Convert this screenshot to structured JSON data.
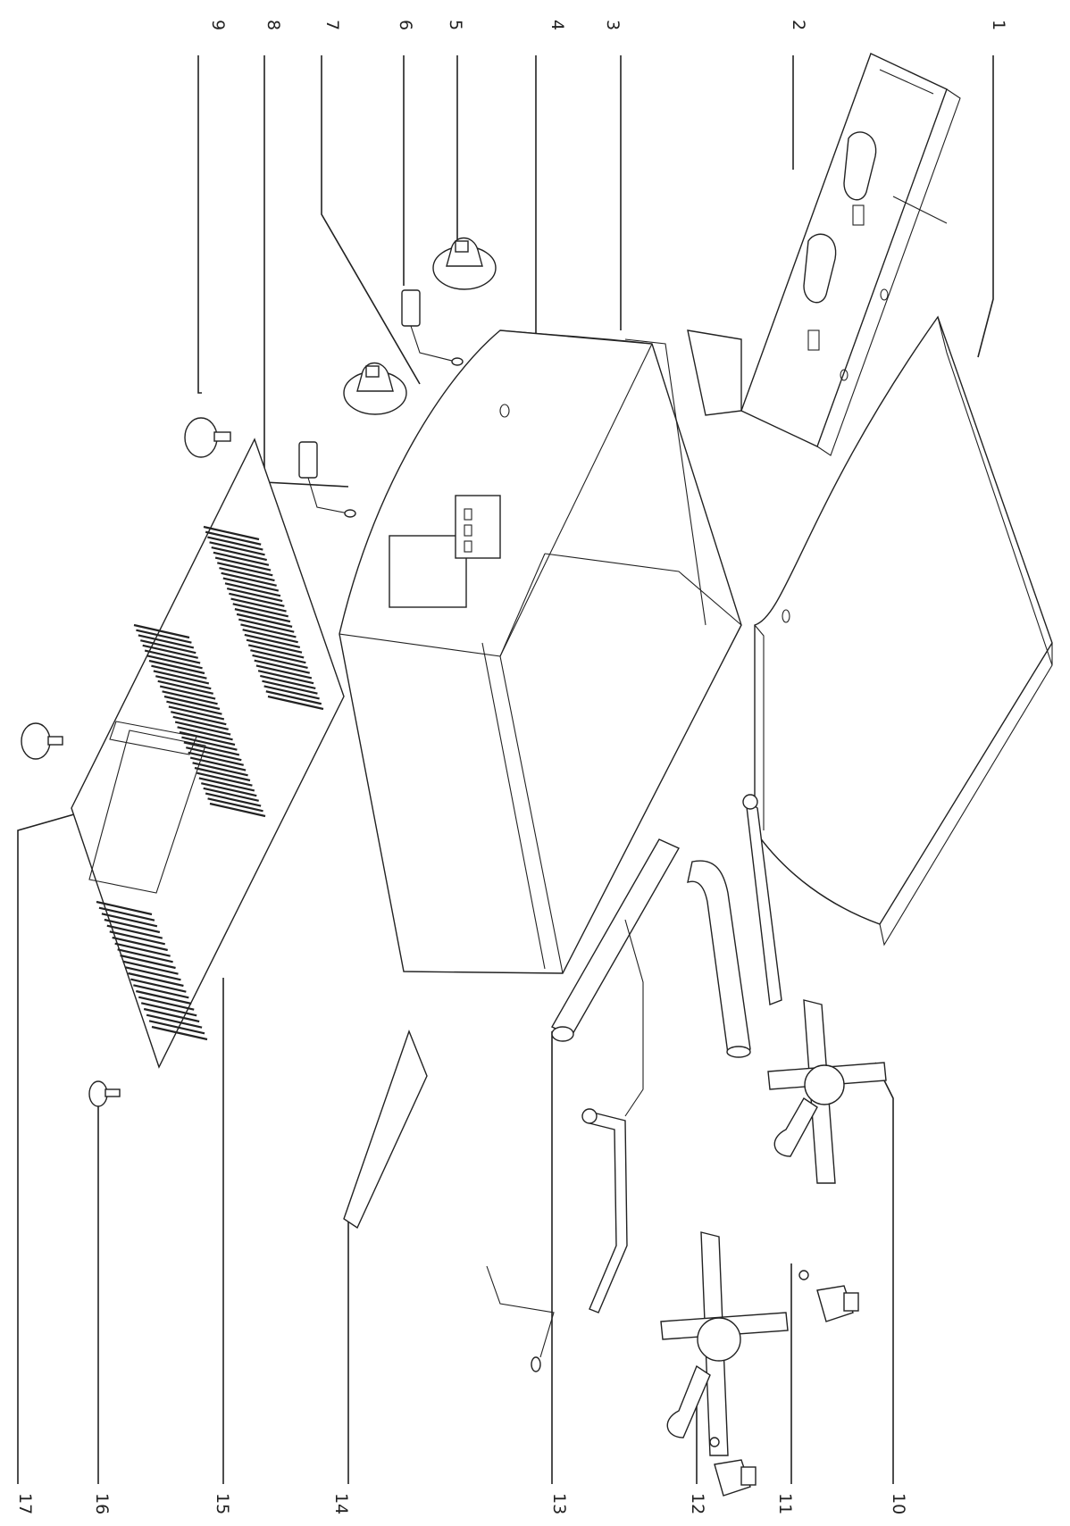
{
  "diagram": {
    "labels_top": [
      "9",
      "8",
      "7",
      "6",
      "5",
      "4",
      "3",
      "2",
      "1"
    ],
    "labels_bottom": [
      "17",
      "16",
      "15",
      "14",
      "13",
      "12",
      "11",
      "10"
    ]
  }
}
